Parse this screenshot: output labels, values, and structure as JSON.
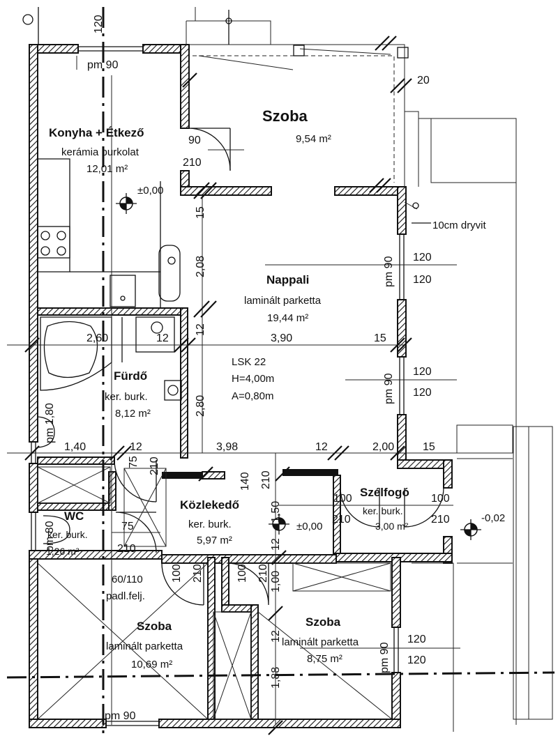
{
  "rooms": {
    "szoba_top": {
      "name": "Szoba",
      "area": "9,54 m²"
    },
    "konyha": {
      "name": "Konyha + Étkező",
      "finish": "kerámia burkolat",
      "area": "12,01 m²"
    },
    "nappali": {
      "name": "Nappali",
      "finish": "laminált parketta",
      "area": "19,44 m²"
    },
    "furdo": {
      "name": "Fürdő",
      "finish": "ker. burk.",
      "area": "8,12 m²"
    },
    "kozlekedo": {
      "name": "Közlekedő",
      "finish": "ker. burk.",
      "area": "5,97 m²"
    },
    "szelfogo": {
      "name": "Szélfogó",
      "finish": "ker. burk.",
      "area": "3,00 m²"
    },
    "wc": {
      "name": "WC",
      "finish": "ker. burk.",
      "area": "1,26 m²"
    },
    "szoba_left": {
      "name": "Szoba",
      "finish": "laminált parketta",
      "area": "10,69 m²"
    },
    "szoba_right": {
      "name": "Szoba",
      "finish": "laminált parketta",
      "area": "8,75 m²"
    }
  },
  "chimney": {
    "code": "LSK 22",
    "height": "H=4,00m",
    "section": "A=0,80m"
  },
  "levels": {
    "kitchen": "±0,00",
    "hall": "±0,00",
    "outside": "-0,02"
  },
  "notes": {
    "dryvit": "10cm dryvit",
    "attic": "60/110",
    "attic2": "padl.felj."
  },
  "dims": {
    "d_120_top": "120",
    "d_pm90_kitchen": "pm 90",
    "d_20": "20",
    "d_90_door": "90",
    "d_210_door": "210",
    "d_15_a": "15",
    "d_208": "2,08",
    "d_pm90_a": "pm 90",
    "d_120_a": "120",
    "d_120_b": "120",
    "d_260": "2,60",
    "d_12_a": "12",
    "d_12_b": "12",
    "d_390": "3,90",
    "d_15_b": "15",
    "d_280": "2,80",
    "d_pm90_b": "pm 90",
    "d_120_c": "120",
    "d_120_d": "120",
    "d_pm180": "pm 1,80",
    "d_140": "1,40",
    "d_12_c": "12",
    "d_398": "3,98",
    "d_12_d": "12",
    "d_200": "2,00",
    "d_15_c": "15",
    "d_75_a": "75",
    "d_210_a": "210",
    "d_140b": "140",
    "d_210_b": "210",
    "d_150": "1,50",
    "d_100_a": "100",
    "d_210_c": "210",
    "d_100_b": "100",
    "d_210_d": "210",
    "d_pm80": "pm 80",
    "d_75_b": "75",
    "d_210_e": "210",
    "d_12_e": "12",
    "d_100_c": "100",
    "d_210_f": "210",
    "d_100_d": "100",
    "d_210_g": "210",
    "d_100_e": "1,00",
    "d_12_f": "12",
    "d_pm90_c": "pm 90",
    "d_120_e": "120",
    "d_120_f": "120",
    "d_188": "1,88",
    "d_pm90_d": "pm 90"
  }
}
